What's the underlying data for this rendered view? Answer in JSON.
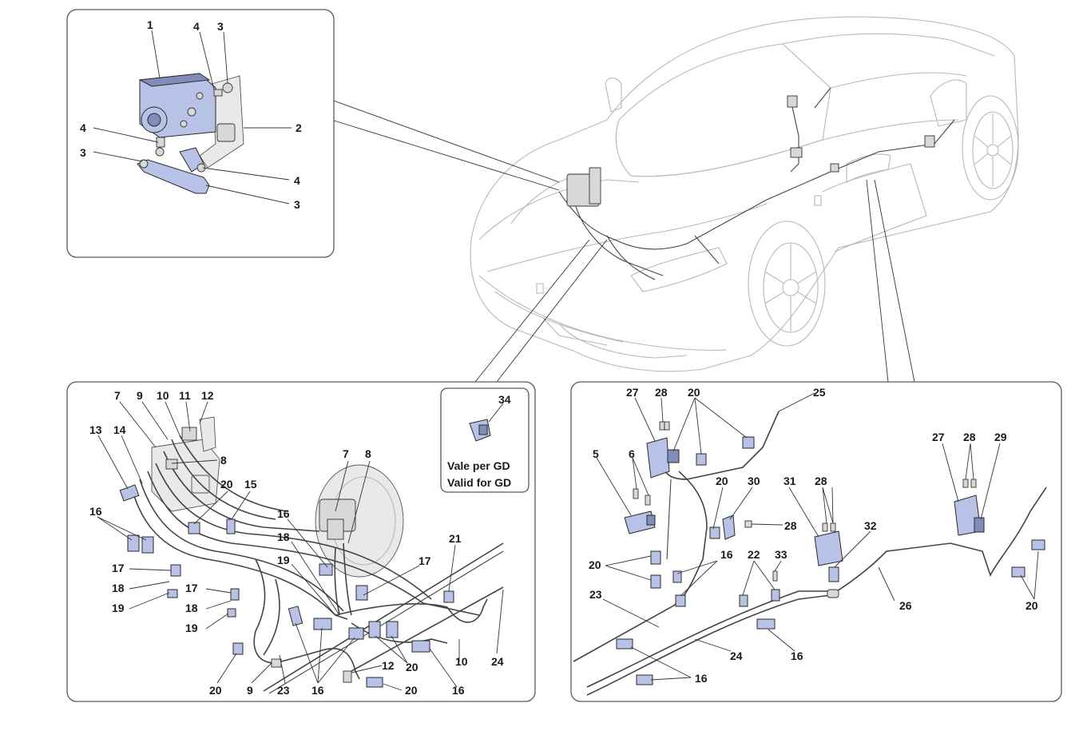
{
  "diagram": {
    "panel_abs": {
      "labels": [
        "1",
        "4",
        "3",
        "2",
        "4",
        "3",
        "4",
        "3"
      ]
    },
    "panel_front": {
      "labels": [
        "7",
        "9",
        "10",
        "11",
        "12",
        "13",
        "14",
        "8",
        "20",
        "15",
        "16",
        "7",
        "8",
        "16",
        "18",
        "19",
        "17",
        "21",
        "17",
        "18",
        "19",
        "17",
        "18",
        "19",
        "20",
        "9",
        "23",
        "16",
        "12",
        "20",
        "10",
        "24",
        "16",
        "20",
        "34"
      ],
      "note_line1": "Vale per GD",
      "note_line2": "Valid for GD"
    },
    "panel_rear": {
      "labels": [
        "27",
        "28",
        "20",
        "25",
        "5",
        "6",
        "20",
        "30",
        "31",
        "28",
        "32",
        "27",
        "28",
        "29",
        "28",
        "16",
        "22",
        "33",
        "20",
        "23",
        "26",
        "24",
        "16",
        "16",
        "20"
      ]
    },
    "colors": {
      "part_fill": "#b7c2e6",
      "line": "#444444",
      "car_outline": "#b8b8b8"
    }
  }
}
